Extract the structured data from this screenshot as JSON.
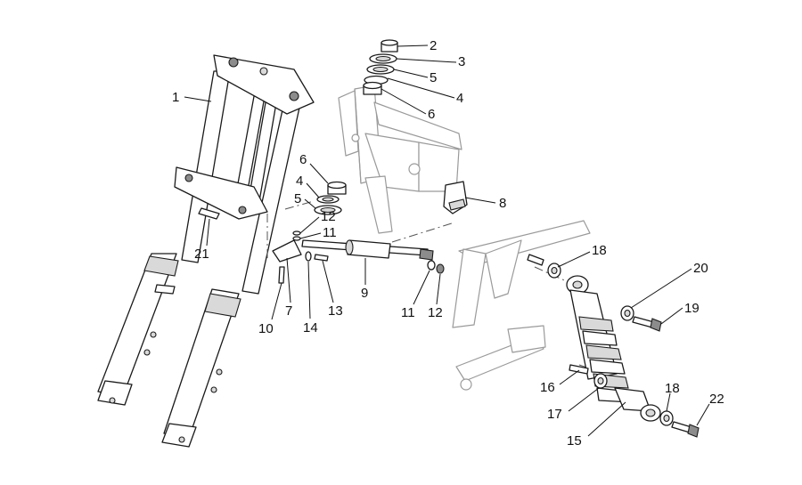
{
  "callouts": {
    "c1": "1",
    "c2": "2",
    "c3": "3",
    "c5a": "5",
    "c4a": "4",
    "c6a": "6",
    "c6b": "6",
    "c4b": "4",
    "c5b": "5",
    "c12a": "12",
    "c11a": "11",
    "c8": "8",
    "c21": "21",
    "c18a": "18",
    "c20": "20",
    "c19": "19",
    "c10": "10",
    "c7": "7",
    "c14": "14",
    "c13": "13",
    "c9": "9",
    "c11b": "11",
    "c12b": "12",
    "c16": "16",
    "c17": "17",
    "c18b": "18",
    "c22": "22",
    "c15": "15"
  },
  "colors": {
    "line": "#1a1a1a",
    "frame_ghost": "#9a9a9a",
    "background": "#ffffff"
  }
}
